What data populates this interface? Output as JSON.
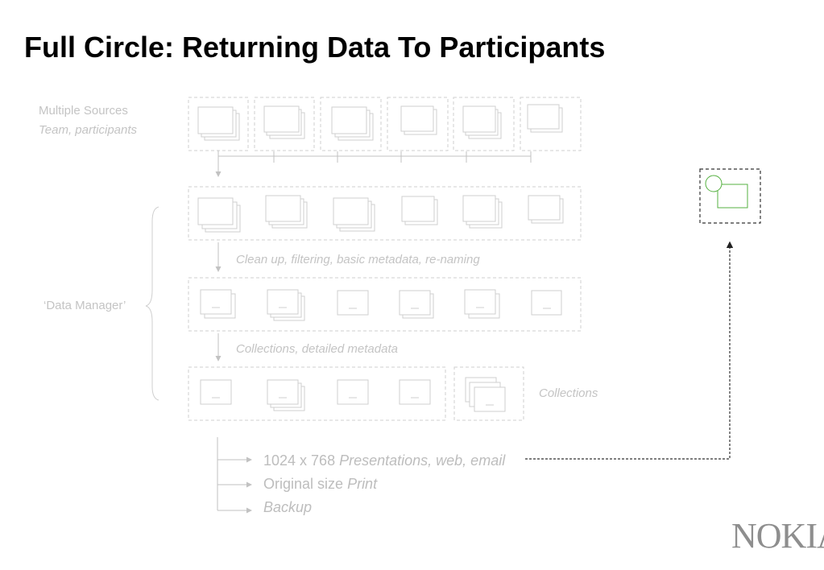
{
  "title": "Full Circle: Returning Data To Participants",
  "sources": {
    "title": "Multiple Sources",
    "subtitle": "Team, participants"
  },
  "data_manager": "‘Data Manager’",
  "steps": {
    "clean": "Clean up, filtering, basic metadata, re-naming",
    "collections_meta": "Collections, detailed metadata"
  },
  "collections_label": "Collections",
  "outputs": [
    {
      "size": "1024 x 768",
      "use": "Presentations, web, email"
    },
    {
      "size": "Original size",
      "use": "Print"
    },
    {
      "size": "",
      "use": "Backup"
    }
  ],
  "brand": "NOKIA",
  "colors": {
    "light_gray": "#c8c8c8",
    "text_gray": "#bdbdbd",
    "accent_green": "#55b040",
    "dark_dash": "#333333"
  }
}
